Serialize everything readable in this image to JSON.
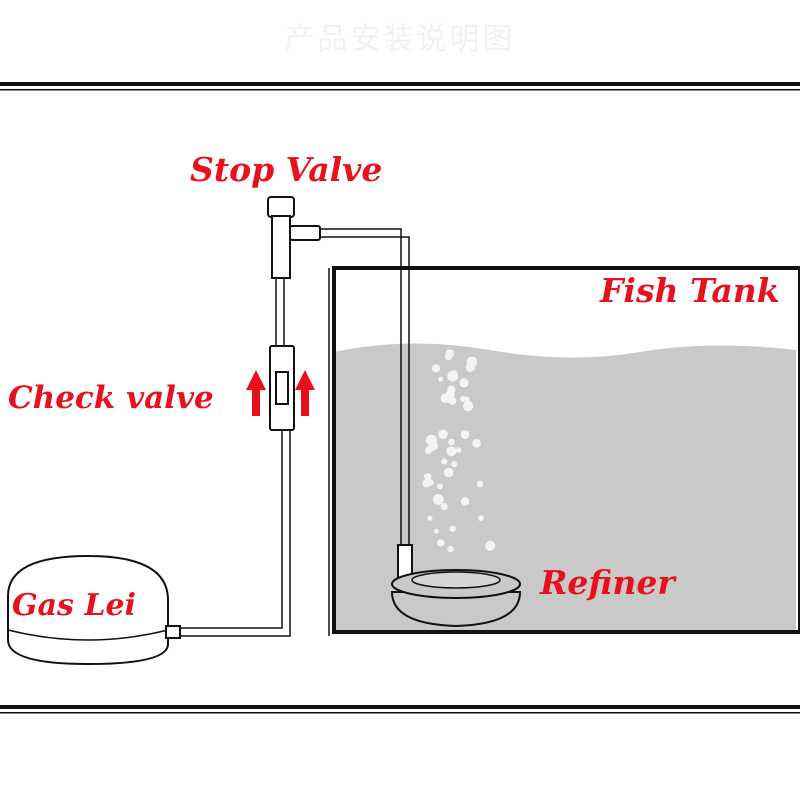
{
  "header": {
    "title": "产品安装说明图"
  },
  "labels": {
    "stop_valve": "Stop Valve",
    "check_valve": "Check valve",
    "fish_tank": "Fish Tank",
    "refiner": "Refiner",
    "gas_pump": "Gas Lei"
  },
  "colors": {
    "label": "#e8101c",
    "water": "#c9c9c9",
    "line": "#111111",
    "bubble": "#f4f4f4"
  }
}
